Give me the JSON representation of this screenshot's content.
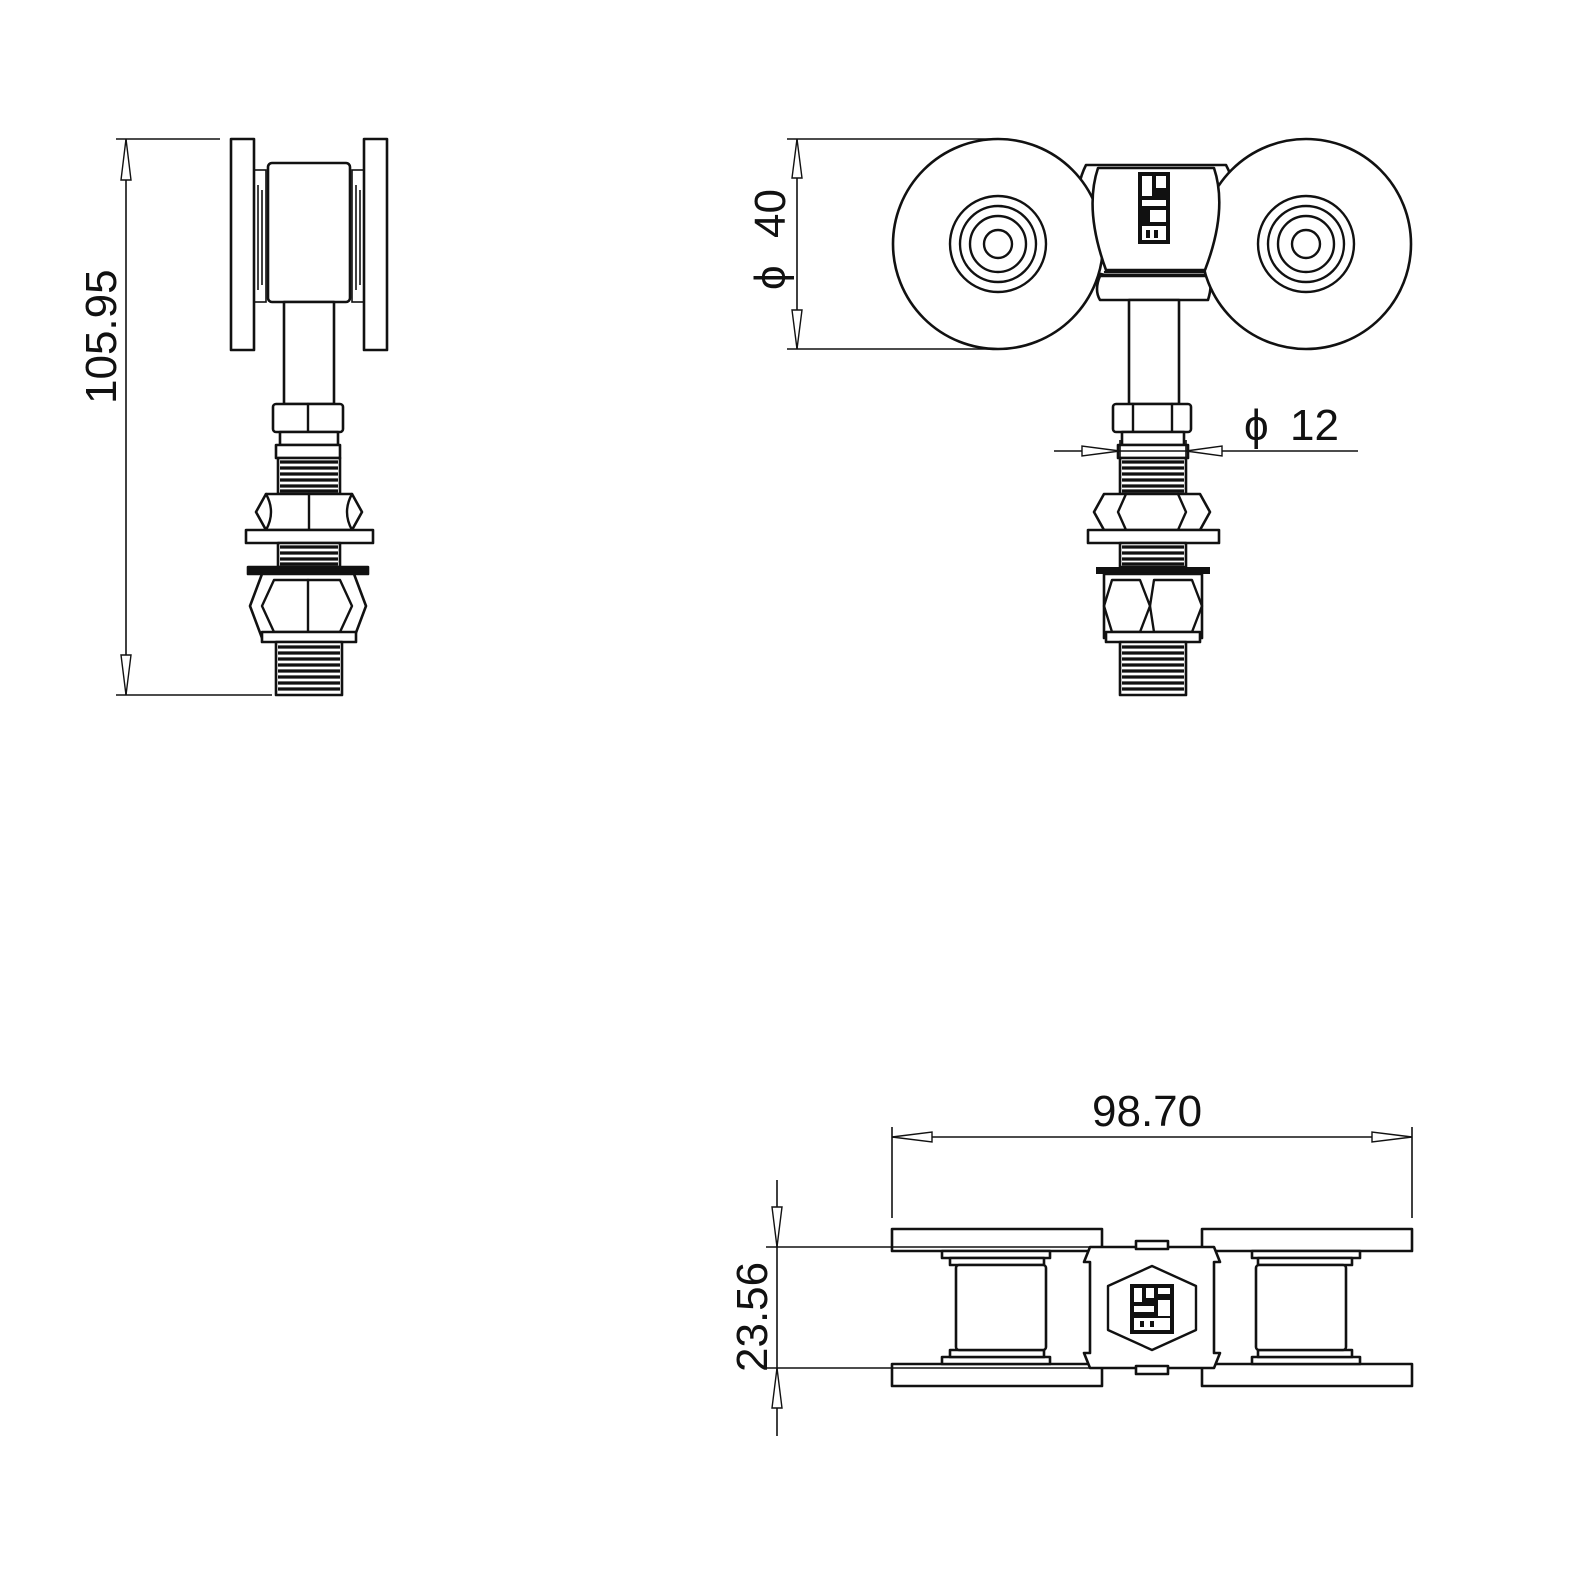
{
  "dimensions": {
    "overall_height": "105.95",
    "wheel_diameter": "40",
    "stem_diameter": "12",
    "overall_length": "98.70",
    "plate_width": "23.56",
    "diameter_symbol": "ϕ"
  },
  "views": [
    "side-view",
    "front-view",
    "top-view"
  ],
  "colors": {
    "line": "#111111",
    "background": "#ffffff"
  },
  "icons": [
    "brand-logo-icon",
    "hex-brand-logo-icon"
  ]
}
